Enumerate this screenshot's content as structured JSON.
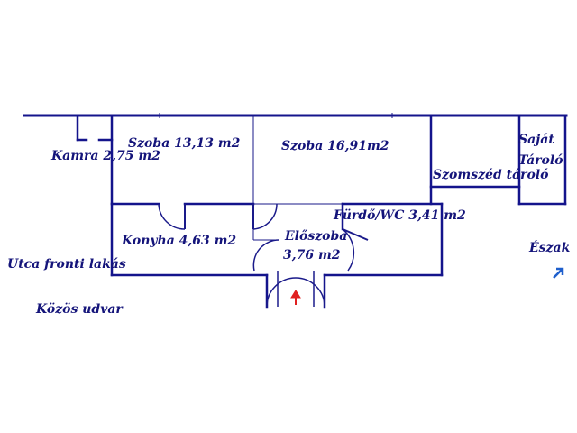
{
  "colors": {
    "wall": "#14148c",
    "thin_line": "#1a1a8a",
    "label": "#14147a",
    "arrow_entrance": "#e02020",
    "arrow_north": "#1e5fcc"
  },
  "rooms": {
    "kamra": "Kamra 2,75 m2",
    "szoba1": "Szoba 13,13 m2",
    "szoba2": "Szoba 16,91m2",
    "szomszed": "Szomszéd tároló",
    "sajat_line1": "Saját",
    "sajat_line2": "Tároló",
    "furdo": "Fürdő/WC 3,41 m2",
    "konyha": "Konyha 4,63 m2",
    "eloszoba_line1": "Előszoba",
    "eloszoba_line2": "3,76 m2"
  },
  "labels": {
    "utca": "Utca fronti lakás",
    "kozos": "Közös udvar",
    "eszak": "Észak"
  },
  "icons": {
    "entrance": "entrance-arrow-icon",
    "north": "north-arrow-icon"
  }
}
